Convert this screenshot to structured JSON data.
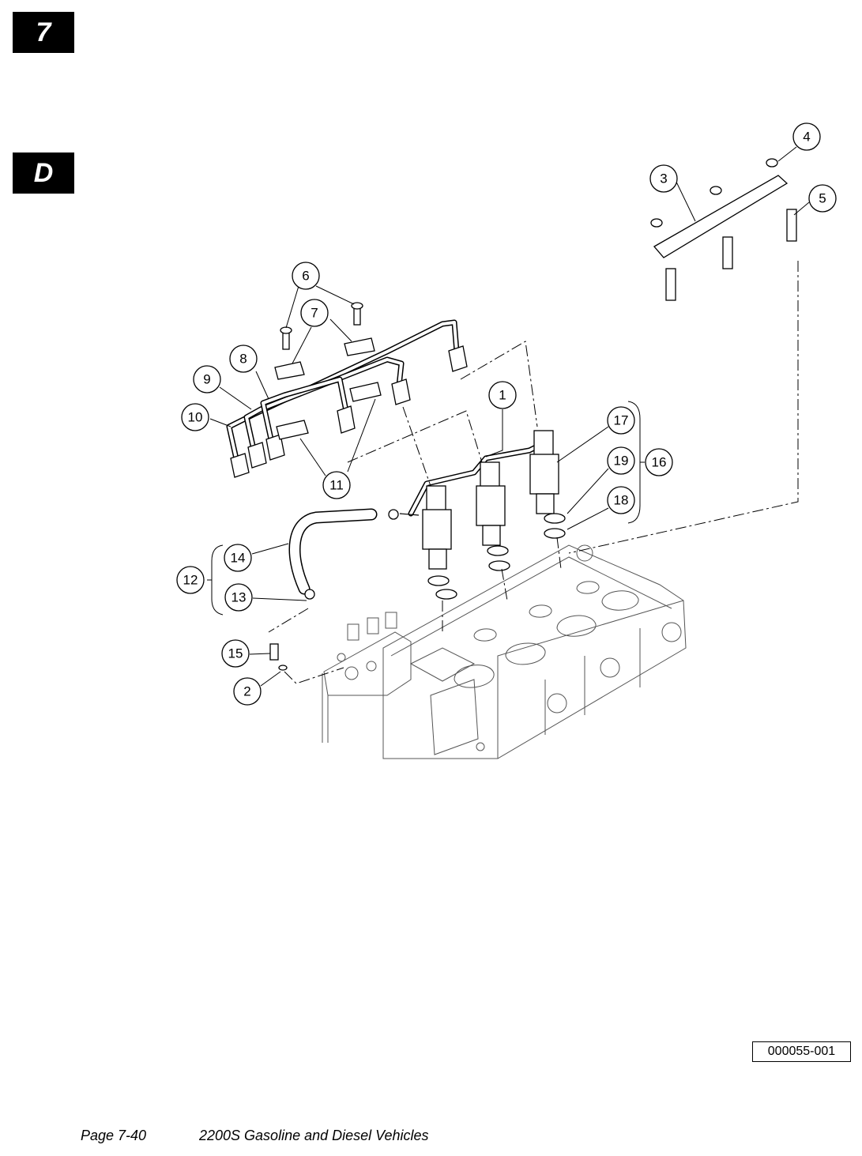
{
  "tabs": {
    "chapter": "7",
    "section": "D"
  },
  "callouts": [
    "1",
    "2",
    "3",
    "4",
    "5",
    "6",
    "7",
    "8",
    "9",
    "10",
    "11",
    "12",
    "13",
    "14",
    "15",
    "16",
    "17",
    "18",
    "19"
  ],
  "figure_id": "000055-001",
  "footer": {
    "page": "Page 7-40",
    "title": "2200S Gasoline and Diesel Vehicles"
  }
}
